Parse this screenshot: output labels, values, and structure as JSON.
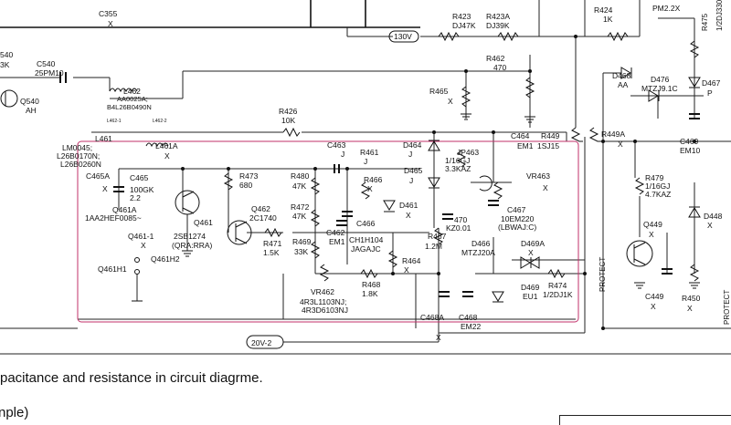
{
  "labels": {
    "c355": "C355",
    "c355v": "X",
    "l540": "540",
    "l540v": "3K",
    "c540": "C540",
    "c540v": "25PM10",
    "q540": "Q540",
    "q540v": "AH",
    "l462": "L462",
    "l462v1": "AA0025A;",
    "l462v2": "B4L26B0490N",
    "l462p1": "L462-1",
    "l462p2": "L462-2",
    "r423": "R423",
    "r423v": "DJ47K",
    "r423a": "R423A",
    "r423av": "DJ39K",
    "v130": "130V",
    "r424": "R424",
    "r424v": "1K",
    "pm22x": "PM2.2X",
    "r475": "R475",
    "r475v": "1/2DJ330",
    "r462": "R462",
    "r462v": "470",
    "r465": "R465",
    "r465v": "X",
    "d468": "D468",
    "d468v": "AA",
    "d476": "D476",
    "d476v": "MTZJ9.1C",
    "d467": "D467",
    "d467v": "P",
    "r426": "R426",
    "r426v": "10K",
    "l461": "L461",
    "lm0045a": "LM0045;",
    "lm0045b": "L26B0170N;",
    "lm0045c": "L26B0260N",
    "l461a": "L461A",
    "l461av": "X",
    "c463": "C463",
    "c463v": "J",
    "r461": "R461",
    "r461v": "J",
    "d464": "D464",
    "d464v": "J",
    "jp463": "JP463",
    "jp463v1": "1/16GJ",
    "jp463v2": "3.3KAZ",
    "c464": "C464",
    "c464v": "EM1",
    "r449": "R449",
    "r449v": "1SJ15",
    "r449a": "R449A",
    "r449av": "X",
    "c469": "C469",
    "c469v": "EM10",
    "c465a": "C465A",
    "c465av": "X",
    "c465": "C465",
    "c465v1": "100GK",
    "c465v2": "2.2",
    "r473": "R473",
    "r473v": "680",
    "r480": "R480",
    "r480v": "47K",
    "r466": "R466",
    "r466v": "X",
    "d465": "D465",
    "d465v": "J",
    "vr463": "VR463",
    "vr463v": "X",
    "r479": "R479",
    "r479v1": "1/16GJ",
    "r479v2": "4.7KAZ",
    "d448": "D448",
    "d448v": "X",
    "q461a": "Q461A",
    "q461av": "1AA2HEF0085~",
    "q461": "Q461",
    "q462": "Q462",
    "q462v": "2C1740",
    "r472": "R472",
    "r472v": "47K",
    "c466": "C466",
    "d461": "D461",
    "d461v": "X",
    "r470": "470",
    "r470v": "KZ0.01",
    "c467": "C467",
    "c467v1": "10EM220",
    "c467v2": "(LBWAJ:C)",
    "q449": "Q449",
    "q449v": "X",
    "q4611": "Q461-1",
    "q4611v": "X",
    "q461b": "2SB1274",
    "q461bv": "(QRA:RRA)",
    "r471": "R471",
    "r471v": "1.5K",
    "r469": "R469",
    "r469v": "33K",
    "c462": "C462",
    "c462v": "EM1",
    "ch1h104": "CH1H104",
    "jagajc": "JAGAJC",
    "r467": "R467",
    "r467v": "1.2M",
    "d466": "D466",
    "d466v": "MTZJ20A",
    "d469a": "D469A",
    "d469av": "X",
    "q461h2": "Q461H2",
    "q461h1": "Q461H1",
    "r464": "R464",
    "r464v": "X",
    "vr462": "VR462",
    "vr462v1": "4R3L1103NJ;",
    "vr462v2": "4R3D6103NJ",
    "r468": "R468",
    "r468v": "1.8K",
    "d469": "D469",
    "d469v": "EU1",
    "r474": "R474",
    "r474v": "1/2DJ1K",
    "c449": "C449",
    "c449v": "X",
    "r450": "R450",
    "r450v": "X",
    "protect1": "PROTECT",
    "protect2": "PROTECT",
    "c468a": "C468A",
    "c468": "C468",
    "c468v": "EM22",
    "bottomx": "X",
    "v20": "20V-2"
  },
  "caption": "pacitance and resistance in circuit diagrme.",
  "footer_partial": "nple)"
}
